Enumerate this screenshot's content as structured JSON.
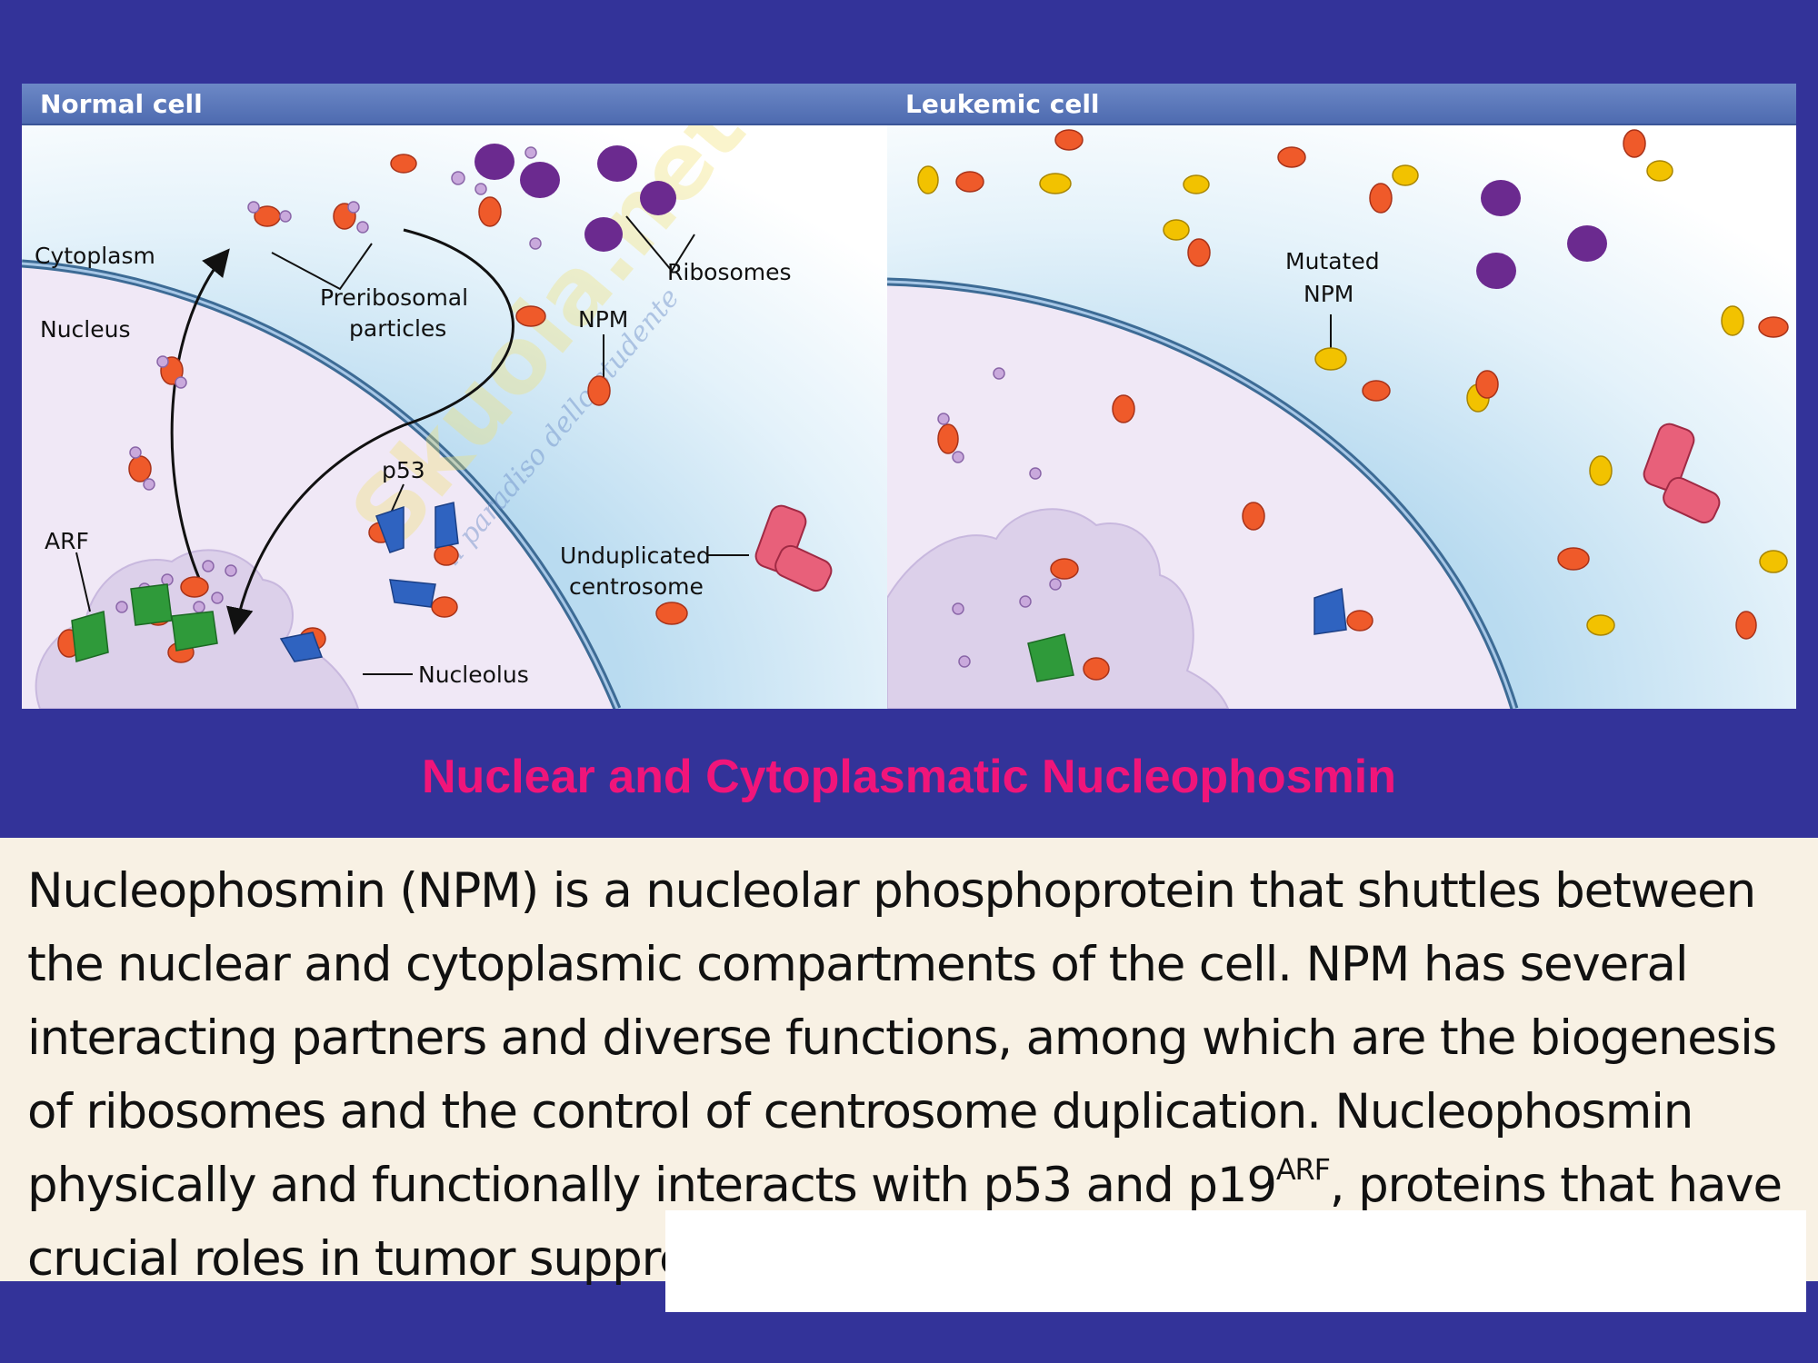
{
  "panels": {
    "normal": {
      "title": "Normal cell",
      "labels": {
        "cytoplasm": "Cytoplasm",
        "nucleus": "Nucleus",
        "preribosomal_1": "Preribosomal",
        "preribosomal_2": "particles",
        "ribosomes": "Ribosomes",
        "npm": "NPM",
        "p53": "p53",
        "unduplicated_1": "Unduplicated",
        "unduplicated_2": "centrosome",
        "arf": "ARF",
        "nucleolus": "Nucleolus"
      }
    },
    "leukemic": {
      "title": "Leukemic cell",
      "labels": {
        "mutated_1": "Mutated",
        "mutated_2": "NPM"
      }
    }
  },
  "watermark": {
    "text": "Skuola.net",
    "tagline": "il paradiso dello studente"
  },
  "slide_title": "Nuclear and Cytoplasmatic Nucleophosmin",
  "body": {
    "part1": "Nucleophosmin (NPM) is a nucleolar phosphoprotein that shuttles between the nuclear and cytoplasmic compartments of the cell. NPM has several interacting partners and diverse functions, among which are the biogenesis of ribosomes and the control of centrosome duplication. Nucleophosmin physically and functionally interacts with p53 and p19",
    "superscript": "ARF",
    "part2": ", proteins that have crucial roles in tumor suppression."
  },
  "colors": {
    "background": "#333399",
    "title": "#f0157a",
    "npm": "#ef5a2a",
    "mutated_npm": "#f2c200",
    "ribosome": "#6b2a8f",
    "p53": "#2f63c0",
    "arf": "#2f9a3a",
    "centrosome": "#e8607a",
    "nucleus": "#f0e8f6",
    "nucleolus": "#dcd0ea"
  }
}
